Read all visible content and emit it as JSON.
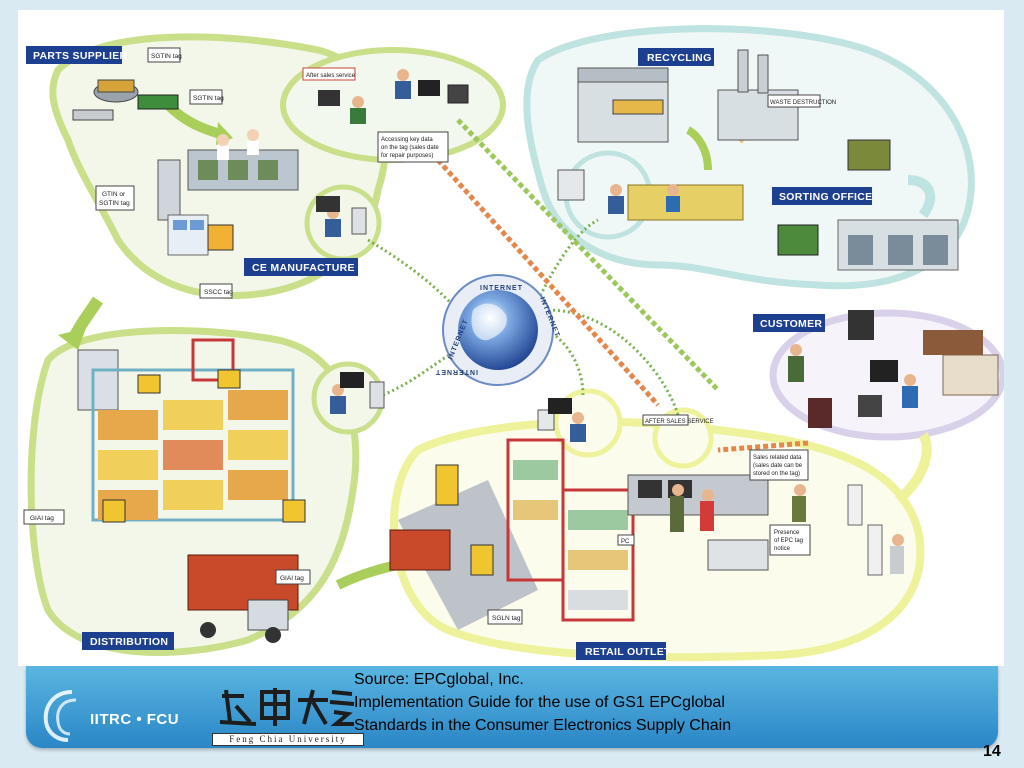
{
  "diagram": {
    "labels": {
      "parts_supplier": "PARTS SUPPLIER",
      "ce_manufacture": "CE MANUFACTURE",
      "distribution": "DISTRIBUTION",
      "retail_outlet": "RETAIL OUTLET",
      "customer": "CUSTOMER",
      "recycling": "RECYCLING",
      "sorting_office": "SORTING OFFICE"
    },
    "tags": {
      "sgtin_1": "SGTIN tag",
      "sgtin_2": "SGTIN tag",
      "gtin_sgtin_1": "GTIN or",
      "gtin_sgtin_2": "SGTIN tag",
      "sscc": "SSCC tag",
      "giai_1": "GIAI tag",
      "giai_2": "GIAI tag",
      "sgln": "SGLN tag",
      "after_sales": "After sales service",
      "pc": "PC",
      "waste_destruction": "WASTE DESTRUCTION",
      "after_sales_service": "AFTER SALES SERVICE"
    },
    "notes": {
      "accessing_1": "Accessing key data",
      "accessing_2": "on the tag (sales date",
      "accessing_3": "for repair purposes)",
      "sales_1": "Sales related data",
      "sales_2": "(sales date can be",
      "sales_3": "stored on the tag)",
      "presence_1": "Presence",
      "presence_2": "of EPC tag",
      "presence_3": "notice"
    },
    "globe": {
      "text_top": "INTERNET",
      "text_left": "INTERNET",
      "text_right": "INTERNET",
      "text_bottom": "INTERNET"
    }
  },
  "footer": {
    "org": "IITRC • FCU",
    "university": "Feng Chia University",
    "source_line1": "Source: EPCglobal, Inc.",
    "source_line2": "Implementation Guide for the use of GS1 EPCglobal",
    "source_line3": "Standards in the Consumer Electronics Supply Chain",
    "page_number": "14"
  },
  "colors": {
    "label_bg": "#1d3f8f",
    "green_ring": "#c9df8a",
    "teal_ring": "#bfe3e0",
    "yellow_ring": "#eef29a",
    "lilac_ring": "#d9d0ea",
    "footer_blue": "#3fa3d9",
    "slide_bg": "#d9eaf3"
  }
}
